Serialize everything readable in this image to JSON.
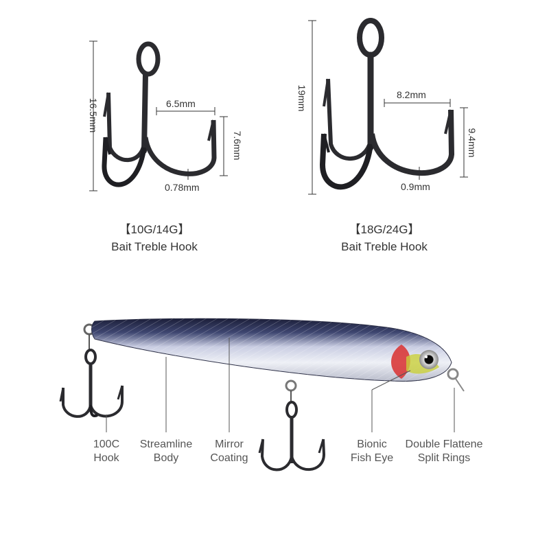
{
  "small_hook": {
    "height": "16.5mm",
    "gap": "6.5mm",
    "barb": "7.6mm",
    "wire": "0.78mm",
    "weight": "【10G/14G】",
    "name": "Bait Treble Hook"
  },
  "large_hook": {
    "height": "19mm",
    "gap": "8.2mm",
    "barb": "9.4mm",
    "wire": "0.9mm",
    "weight": "【18G/24G】",
    "name": "Bait Treble Hook"
  },
  "lure_labels": {
    "hook": [
      "100C",
      "Hook"
    ],
    "body": [
      "Streamline",
      "Body"
    ],
    "coating": [
      "Mirror",
      "Coating"
    ],
    "eye": [
      "Bionic",
      "Fish Eye"
    ],
    "rings": [
      "Double Flattene",
      "Split Rings"
    ]
  },
  "colors": {
    "hook_metal": "#2b2b2f",
    "lure_back": "#1c1f3a",
    "lure_belly": "#e6e8f0",
    "gill": "#d93a3a",
    "eye_ring": "#c9cf3a"
  }
}
